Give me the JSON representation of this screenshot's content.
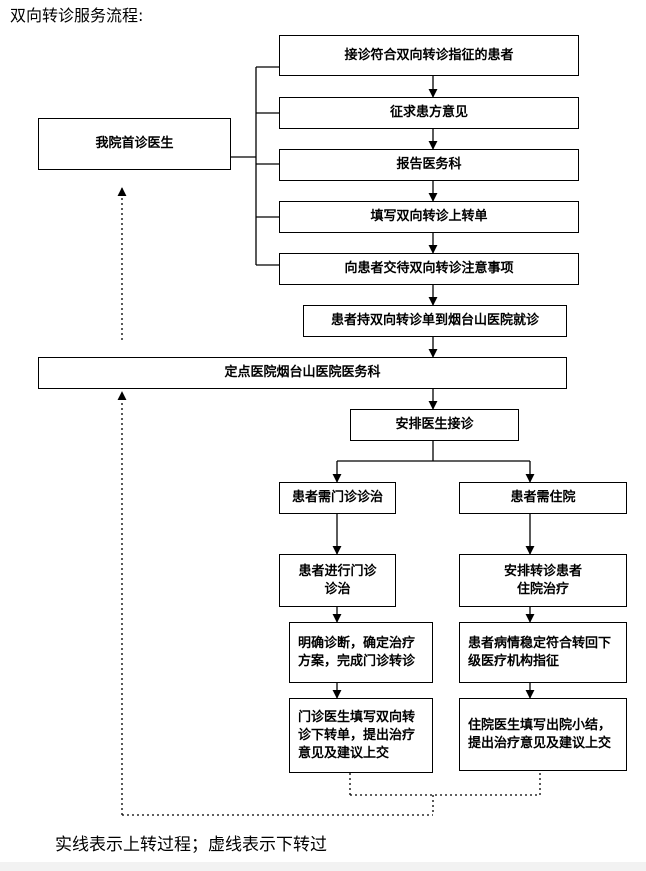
{
  "title": "双向转诊服务流程:",
  "caption": "实线表示上转过程；虚线表示下转过",
  "nodes": {
    "accept_patient": "接诊符合双向转诊指征的患者",
    "seek_opinion": "征求患方意见",
    "report_medical": "报告医务科",
    "fill_up_form": "填写双向转诊上转单",
    "inform_patient": "向患者交待双向转诊注意事项",
    "our_doctor": "我院首诊医生",
    "patient_visit": "患者持双向转诊单到烟台山医院就诊",
    "designated_hospital": "定点医院烟台山医院医务科",
    "arrange_doctor": "安排医生接诊",
    "need_outpatient": "患者需门诊诊治",
    "need_inpatient": "患者需住院",
    "outpatient_treatment": "患者进行门诊\n诊治",
    "arrange_inpatient": "安排转诊患者\n住院治疗",
    "clear_diagnosis": "明确诊断，确定治疗方案，完成门诊转诊",
    "condition_stable": "患者病情稳定符合转回下级医疗机构指征",
    "outpatient_doctor_form": "门诊医生填写双向转诊下转单，提出治疗意见及建议上交",
    "inpatient_doctor_summary": "住院医生填写出院小结，提出治疗意见及建议上交"
  }
}
